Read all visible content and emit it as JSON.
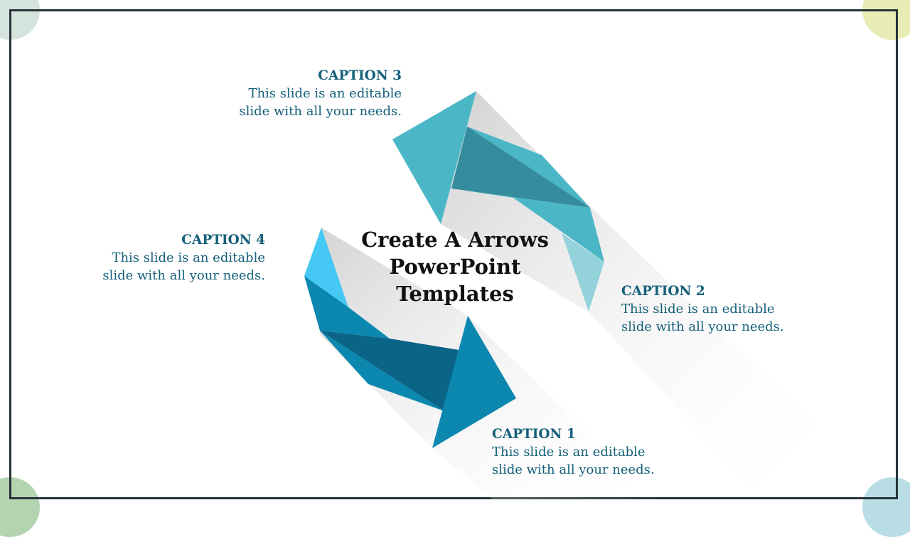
{
  "slide": {
    "title_lines": [
      "Create A Arrows",
      "PowerPoint",
      "Templates"
    ],
    "captions": [
      {
        "title": "CAPTION 1",
        "line1": "This slide is an editable",
        "line2": "slide with all your needs."
      },
      {
        "title": "CAPTION 2",
        "line1": "This slide is an editable",
        "line2": "slide with all your needs."
      },
      {
        "title": "CAPTION 3",
        "line1": "This slide is an editable",
        "line2": "slide with all your needs."
      },
      {
        "title": "CAPTION 4",
        "line1": "This slide is an editable",
        "line2": "slide with all your needs."
      }
    ]
  },
  "colors": {
    "frame": "#263238",
    "caption_text": "#14607a",
    "corner_top_left": "#d5e3dd",
    "corner_top_right": "#e7ecb4",
    "corner_bottom_left": "#b3d3b1",
    "corner_bottom_right": "#b9dde5",
    "arrow_upper_light": "#4bb6c6",
    "arrow_upper_dark": "#348c9c",
    "arrow_upper_pale": "#95d3dc",
    "arrow_lower_light": "#45c8f4",
    "arrow_lower_mid": "#0b87b0",
    "arrow_lower_dark": "#0a6485"
  }
}
